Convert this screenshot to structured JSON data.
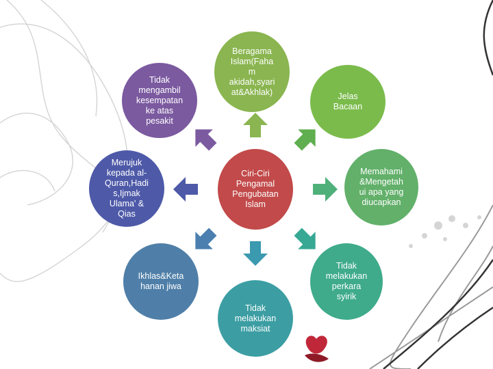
{
  "diagram": {
    "center": {
      "label": "Ciri-Ciri\nPengamal\nPengubatan\nIslam",
      "color": "#c24a4a"
    },
    "nodes": [
      {
        "id": "top",
        "label": "Beragama\nIslam(Faha\nm\nakidah,syari\nat&Akhlak)",
        "color": "#8ab550"
      },
      {
        "id": "top-right",
        "label": "Jelas\nBacaan",
        "color": "#7bbb4c"
      },
      {
        "id": "right",
        "label": "Memahami\n&Mengetah\nui apa yang\ndiucapkan",
        "color": "#62b06a"
      },
      {
        "id": "bottom-right",
        "label": "Tidak\nmelakukan\nperkara\nsyirik",
        "color": "#3fab8b"
      },
      {
        "id": "bottom",
        "label": "Tidak\nmelakukan\nmaksiat",
        "color": "#3c9ea3"
      },
      {
        "id": "bottom-left",
        "label": "Ikhlas&Keta\nhanan jiwa",
        "color": "#4f7fa8"
      },
      {
        "id": "left",
        "label": "Merujuk\nkepada al-\nQuran,Hadi\ns,Ijmak\nUlama' &\nQias",
        "color": "#4e5aa8"
      },
      {
        "id": "top-left",
        "label": "Tidak\nmengambil\nkesempatan\nke atas\npesakit",
        "color": "#7b5aa0"
      }
    ],
    "arrow_colors": {
      "top": "#8ab550",
      "top-right": "#5fae4f",
      "right": "#4fb07a",
      "bottom-right": "#36a893",
      "bottom": "#3b99b0",
      "bottom-left": "#4a7fb0",
      "left": "#4e5aa8",
      "top-left": "#7b5aa0"
    }
  }
}
